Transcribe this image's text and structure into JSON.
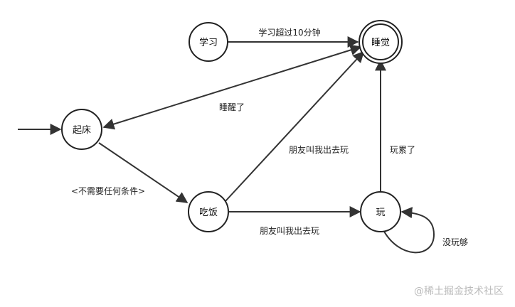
{
  "states": {
    "study": "学习",
    "sleep": "睡觉",
    "wake": "起床",
    "eat": "吃饭",
    "play": "玩"
  },
  "edges": {
    "study_to_sleep": "学习超过10分钟",
    "sleep_to_wake": "睡醒了",
    "wake_to_eat": "<不需要任何条件>",
    "eat_to_sleep": "朋友叫我出去玩",
    "eat_to_play": "朋友叫我出去玩",
    "play_to_sleep": "玩累了",
    "play_self": "没玩够"
  },
  "watermark": "@稀土掘金技术社区"
}
